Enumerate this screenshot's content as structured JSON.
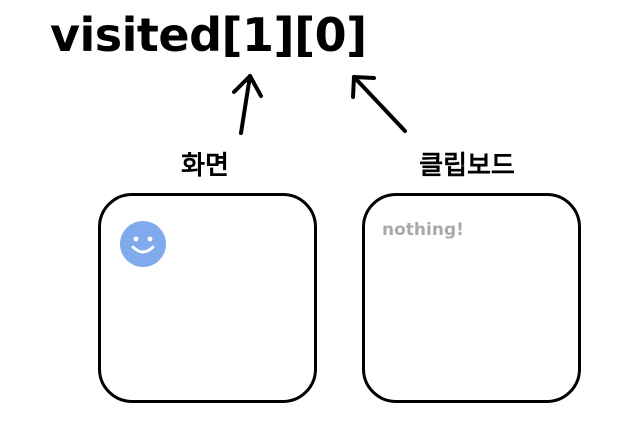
{
  "title": "visited[1][0]",
  "labels": {
    "screen": "화면",
    "clipboard": "클립보드"
  },
  "screen_box": {
    "icon": "smiley-face-icon",
    "icon_color": "#7faaeb"
  },
  "clipboard_box": {
    "text": "nothing!",
    "text_color": "#a9a9a9"
  }
}
